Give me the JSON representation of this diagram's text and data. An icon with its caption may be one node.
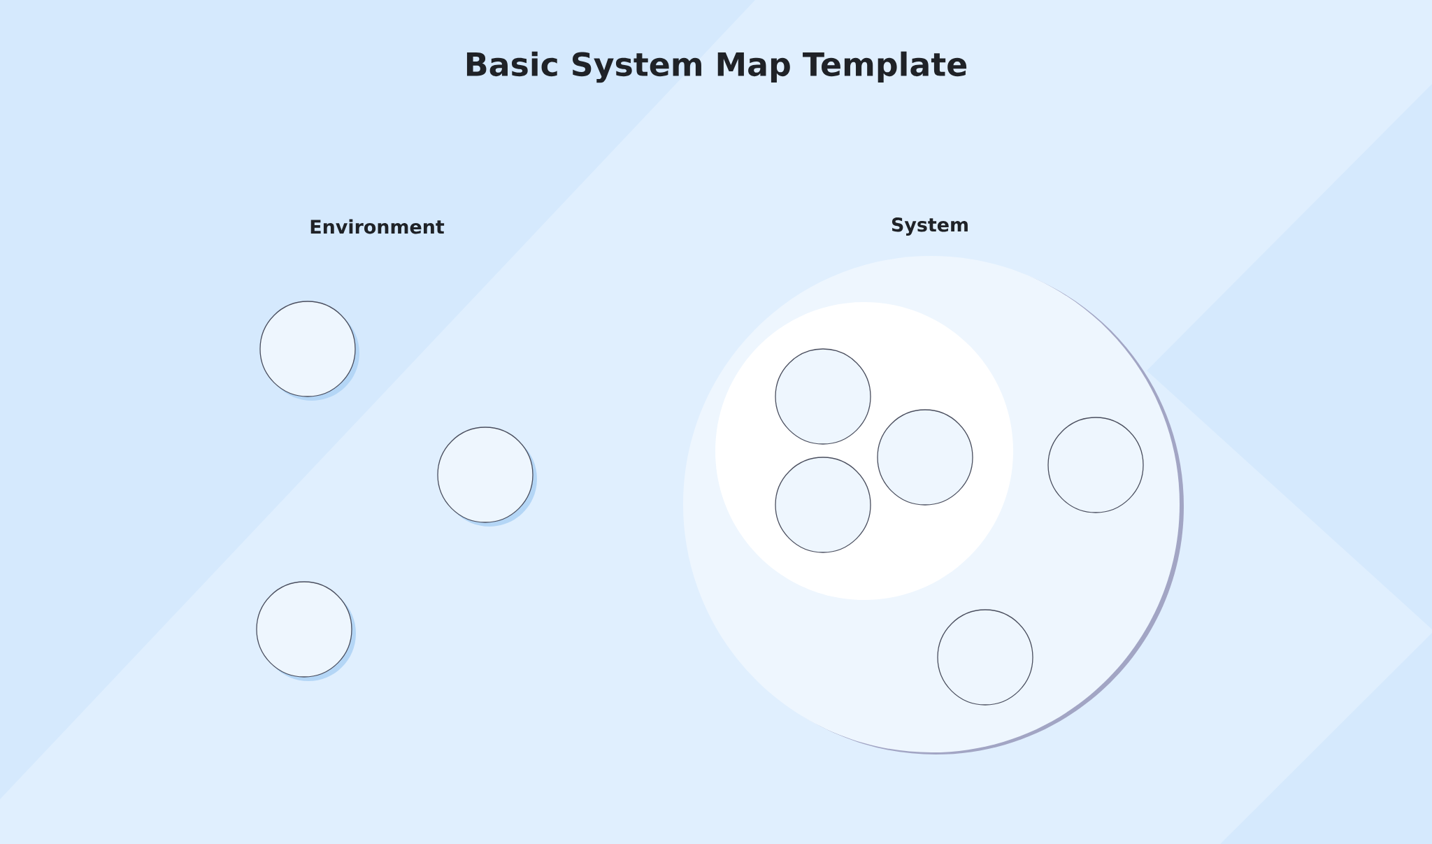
{
  "diagram": {
    "title": "Basic System Map Template",
    "nodes": [
      {
        "text": [],
        "shape": "circle"
      },
      {
        "text": [],
        "shape": "circle"
      },
      {
        "text": [],
        "shape": "circle"
      },
      {
        "text": [
          "System"
        ]
      },
      {
        "text": [],
        "shape": "circle",
        "in": 3
      },
      {
        "text": [],
        "shape": "circle",
        "in": 4
      },
      {
        "text": [],
        "shape": "circle",
        "in": 4
      },
      {
        "text": [],
        "shape": "circle",
        "in": 4
      },
      {
        "text": [],
        "shape": "circle",
        "in": 3
      },
      {
        "text": [],
        "shape": "circle",
        "in": 3
      }
    ],
    "labels": [
      "Environment"
    ]
  }
}
